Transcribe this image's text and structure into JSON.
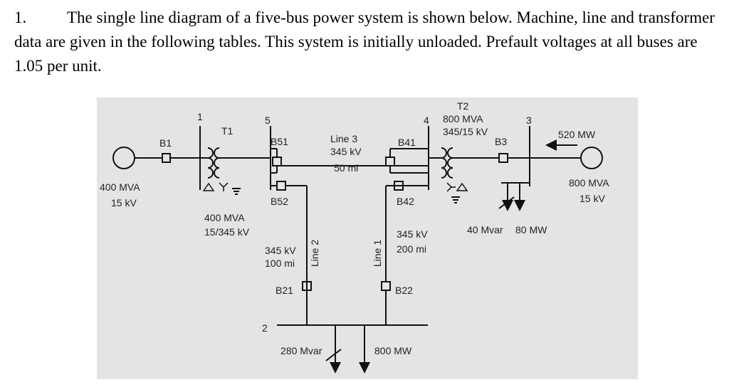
{
  "problem": {
    "number": "1.",
    "statement": "The single line diagram of a five-bus power system is shown below. Machine, line and transformer data are given in the following tables. This system is initially unloaded. Prefault voltages at all buses are 1.05 per unit."
  },
  "diagram": {
    "bus_labels": [
      "1",
      "5",
      "4",
      "3",
      "2"
    ],
    "breakers": [
      "B1",
      "B51",
      "B52",
      "B41",
      "B42",
      "B3",
      "B21",
      "B22"
    ],
    "transformers": {
      "t1": {
        "name": "T1",
        "rating": "400 MVA",
        "voltage": "15/345 kV"
      },
      "t2": {
        "name": "T2",
        "rating": "800 MVA",
        "voltage": "345/15 kV"
      }
    },
    "generators": {
      "g1": {
        "rating": "400 MVA",
        "voltage": "15 kV"
      },
      "g3": {
        "rating": "800 MVA",
        "voltage": "15 kV",
        "output": "520 MW"
      }
    },
    "lines": {
      "line1": {
        "name": "Line 1",
        "voltage": "345 kV",
        "length": "200 mi"
      },
      "line2": {
        "name": "Line 2",
        "voltage": "345 kV",
        "length": "100 mi"
      },
      "line3": {
        "name": "Line 3",
        "voltage": "345 kV",
        "length": "50 mi"
      }
    },
    "loads": {
      "bus3": {
        "reactive": "40 Mvar",
        "real": "80 MW"
      },
      "bus2": {
        "reactive": "280 Mvar",
        "real": "800 MW"
      }
    }
  }
}
